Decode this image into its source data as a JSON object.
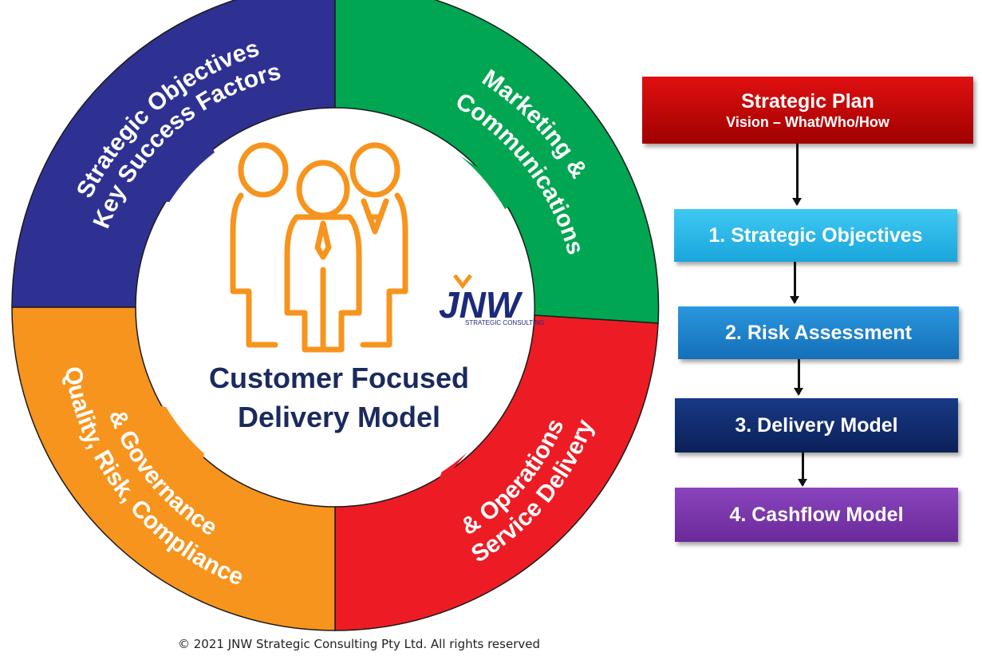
{
  "cycle": {
    "segments": [
      {
        "line1": "Strategic Objectives",
        "line2": "Key Success Factors",
        "color": "#2e3192"
      },
      {
        "line1": "Marketing &",
        "line2": "Communications",
        "color": "#00a651"
      },
      {
        "line1": "Service Delivery",
        "line2": "& Operations",
        "color": "#ed1c24"
      },
      {
        "line1": "Quality, Risk, Compliance",
        "line2": "& Governance",
        "color": "#f7941d"
      }
    ],
    "center": {
      "line1": "Customer Focused",
      "line2": "Delivery Model"
    },
    "logo": {
      "letters": "JNW",
      "tagline": "STRATEGIC CONSULTING"
    },
    "people_icon_color": "#f7941d"
  },
  "flow": {
    "plan": {
      "title": "Strategic Plan",
      "subtitle": "Vision – What/Who/How",
      "color": "#c00000"
    },
    "steps": [
      {
        "label": "1. Strategic Objectives",
        "color": "#1fb7e8"
      },
      {
        "label": "2. Risk Assessment",
        "color": "#1b7fc9"
      },
      {
        "label": "3. Delivery Model",
        "color": "#102a6b"
      },
      {
        "label": "4. Cashflow Model",
        "color": "#7030a0"
      }
    ]
  },
  "footer": {
    "copyright": "© 2021 JNW Strategic Consulting Pty Ltd. All rights reserved"
  }
}
